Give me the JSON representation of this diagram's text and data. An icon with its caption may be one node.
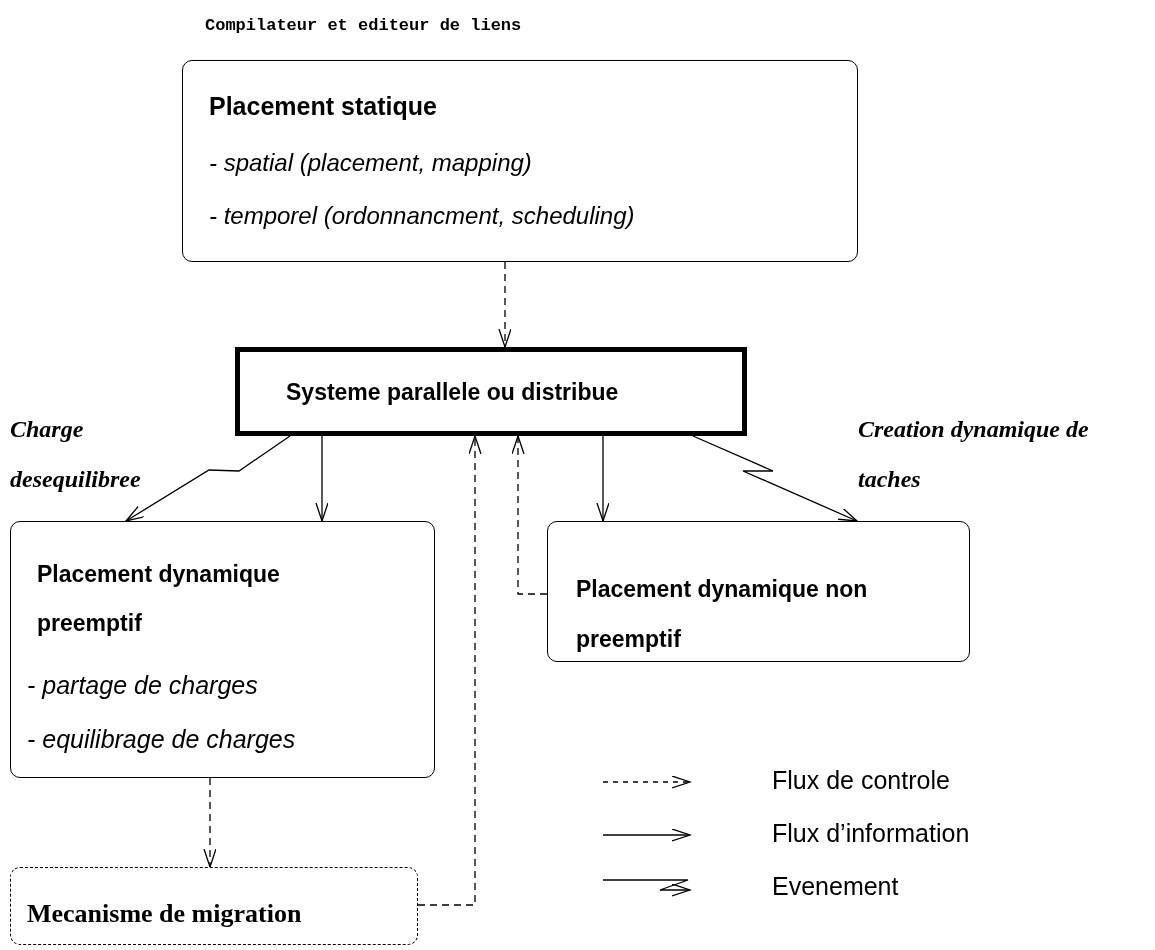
{
  "diagram": {
    "nodes": [
      {
        "text": [
          "Placement statique",
          "- spatial (placement, mapping)",
          "- temporel (ordonnancment, scheduling)"
        ],
        "beside": [
          "Compilateur et editeur de liens"
        ]
      },
      {
        "text": [
          "Systeme parallele ou distribue"
        ]
      },
      {
        "text": [
          "Placement dynamique preemptif",
          "- partage de charges",
          "- equilibrage de charges"
        ]
      },
      {
        "text": [
          "Placement dynamique non preemptif"
        ]
      },
      {
        "text": [
          "Mecanisme de migration"
        ]
      }
    ],
    "edges": [
      {
        "from": 0,
        "to": 1,
        "arrow": "to",
        "style": "dashed"
      },
      {
        "from": 1,
        "to": 2,
        "arrow": "to",
        "label": "Charge desequilibree"
      },
      {
        "from": 1,
        "to": 2,
        "arrow": "to"
      },
      {
        "from": 4,
        "to": 1,
        "arrow": "to",
        "style": "dashed"
      },
      {
        "from": 3,
        "to": 1,
        "arrow": "to",
        "style": "dashed"
      },
      {
        "from": 1,
        "to": 3,
        "arrow": "to"
      },
      {
        "from": 1,
        "to": 3,
        "arrow": "to",
        "label": "Creation dynamique de taches"
      },
      {
        "from": 2,
        "to": 4,
        "arrow": "to",
        "style": "dashed"
      }
    ],
    "legend": [
      {
        "text": "Flux de controle"
      },
      {
        "text": "Flux d’information"
      },
      {
        "text": "Evenement"
      }
    ]
  }
}
